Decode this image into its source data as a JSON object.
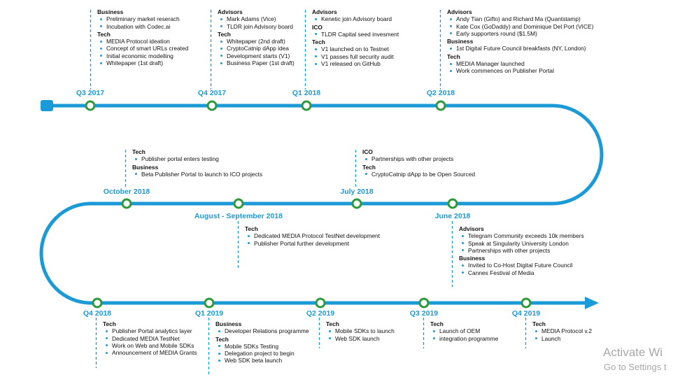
{
  "milestones": [
    {
      "id": "q3-2017",
      "label": "Q3 2017",
      "groups": [
        {
          "heading": "Business",
          "items": [
            "Preliminary market reserach",
            "Incubation with Codec.ai"
          ]
        },
        {
          "heading": "Tech",
          "items": [
            "MEDIA Protocol ideation",
            "Concept of smart URLs created",
            "Initial economic modelling",
            "Whitepaper (1st draft)"
          ]
        }
      ]
    },
    {
      "id": "q4-2017",
      "label": "Q4 2017",
      "groups": [
        {
          "heading": "Advisors",
          "items": [
            "Mark Adams (Vice)",
            "TLDR join Advisory board"
          ]
        },
        {
          "heading": "Tech",
          "items": [
            "Whitepaper (2nd draft)",
            "CryptoCatnip dApp idea",
            "Development starts (V1)",
            "Business Paper (1st draft)"
          ]
        }
      ]
    },
    {
      "id": "q1-2018",
      "label": "Q1 2018",
      "groups": [
        {
          "heading": "Advisors",
          "items": [
            "Kenetic join Advisory board"
          ]
        },
        {
          "heading": "ICO",
          "items": [
            "TLDR Capital seed invesment"
          ]
        },
        {
          "heading": "Tech",
          "items": [
            "V1 launched on to Testnet",
            "V1 passes full security audit",
            "V1 released on GitHub"
          ]
        }
      ]
    },
    {
      "id": "q2-2018",
      "label": "Q2 2018",
      "groups": [
        {
          "heading": "Advisors",
          "items": [
            "Andy Tian (Gifto) and Richard Ma (Quantstamp)",
            "Kate Cox (GoDaddy) and Dominique Del Port (VICE)",
            "Early supporters round ($1.5M)"
          ]
        },
        {
          "heading": "Business",
          "items": [
            "1st Digital Future Council breakfasts (NY, London)"
          ]
        },
        {
          "heading": "Tech",
          "items": [
            "MEDIA Manager launched",
            "Work commences on Publisher Portal"
          ]
        }
      ]
    },
    {
      "id": "june-2018",
      "label": "June 2018",
      "groups": [
        {
          "heading": "Advisors",
          "items": [
            "Telegram Community exceeds 10k members",
            "Speak at Singularity University London",
            "Partnerships with other projects"
          ]
        },
        {
          "heading": "Business",
          "items": [
            "Invited to Co-Host Digital Future Council",
            "Cannes Festival of Media"
          ]
        }
      ]
    },
    {
      "id": "july-2018",
      "label": "July 2018",
      "groups": [
        {
          "heading": "ICO",
          "items": [
            "Partnerships with other projects"
          ]
        },
        {
          "heading": "Tech",
          "items": [
            "CryptoCatnip dApp to be Open Sourced"
          ]
        }
      ]
    },
    {
      "id": "aug-sep-2018",
      "label": "August - September 2018",
      "groups": [
        {
          "heading": "Tech",
          "items": [
            "Dedicated MEDIA Protocol TestNet development",
            "Publisher Portal further development"
          ]
        }
      ]
    },
    {
      "id": "october-2018",
      "label": "October 2018",
      "groups": [
        {
          "heading": "Tech",
          "items": [
            "Publisher portal enters testing"
          ]
        },
        {
          "heading": "Business",
          "items": [
            "Beta Publisher Portal to launch to ICO projects"
          ]
        }
      ]
    },
    {
      "id": "q4-2018",
      "label": "Q4 2018",
      "groups": [
        {
          "heading": "Tech",
          "items": [
            "Publisher Portal analytics layer",
            "Dedicated MEDIA TestNet",
            "Work on Web and Mobile SDKs",
            "Announcement of MEDIA Grants"
          ]
        }
      ]
    },
    {
      "id": "q1-2019",
      "label": "Q1 2019",
      "groups": [
        {
          "heading": "Business",
          "items": [
            "Developer Relations programme"
          ]
        },
        {
          "heading": "Tech",
          "items": [
            "Mobile SDKs Testing",
            "Delegation project to begin",
            "Web SDK beta launch"
          ]
        }
      ]
    },
    {
      "id": "q2-2019",
      "label": "Q2 2019",
      "groups": [
        {
          "heading": "Tech",
          "items": [
            "Mobile SDKs to launch",
            "Web SDK launch"
          ]
        }
      ]
    },
    {
      "id": "q3-2019",
      "label": "Q3 2019",
      "groups": [
        {
          "heading": "Tech",
          "items": [
            "Launch of OEM",
            "integration programme"
          ]
        }
      ]
    },
    {
      "id": "q4-2019",
      "label": "Q4 2019",
      "groups": [
        {
          "heading": "Tech",
          "items": [
            "MEDIA Protocol v.2",
            "Launch"
          ]
        }
      ]
    }
  ],
  "watermark": {
    "line1": "Activate Wi",
    "line2": "Go to Settings t"
  },
  "colors": {
    "road": "#1a9ad6",
    "node": "#2e9a3c",
    "connector": "#1a9ad6",
    "label": "#1a9ad6"
  }
}
